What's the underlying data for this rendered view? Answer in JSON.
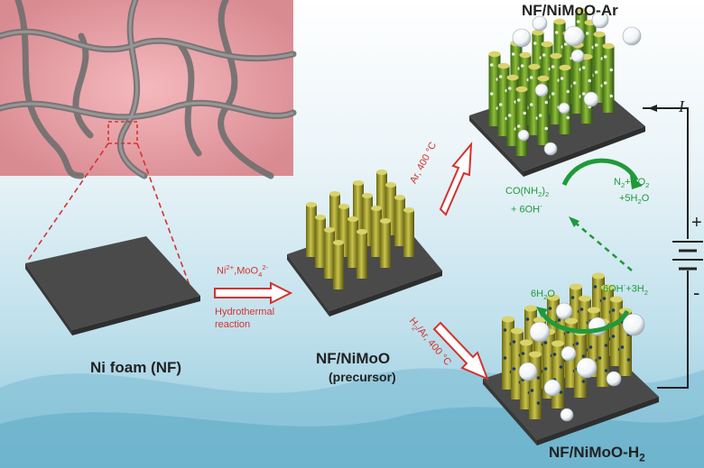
{
  "labels": {
    "nf_ar": "NF/NiMoO-Ar",
    "nf_h2": "NF/NiMoO-H",
    "nf_h2_sub": "2",
    "ni_foam": "Ni foam (NF)",
    "precursor_name": "NF/NiMoO",
    "precursor_note": "(precursor)",
    "hydrothermal": "Hydrothermal",
    "reaction": "reaction",
    "current": "I",
    "plus": "+",
    "minus": "-"
  },
  "reagents": {
    "ni": "Ni",
    "ni_sup": "2+",
    "mo": ",MoO",
    "mo_sub": "4",
    "mo_sup": "2-"
  },
  "conditions": {
    "ar": "Ar, 400 °C",
    "h2_prefix": "H",
    "h2_sub": "2",
    "h2_suffix": "/Ar, 400 °C"
  },
  "reactions": {
    "urea_a": "CO(NH",
    "urea_sub": "2",
    "urea_b": ")",
    "urea_sub2": "2",
    "urea_plus": "+ 6OH",
    "urea_sup": "-",
    "prod_a": "N",
    "prod_sub": "2",
    "prod_b": "+CO",
    "prod_sub2": "2",
    "prod_c": "+5H",
    "prod_sub3": "2",
    "prod_d": "O",
    "water_a": "6H",
    "water_sub": "2",
    "water_b": "O",
    "her_a": "6OH",
    "her_sup": "-",
    "her_b": "+3H",
    "her_sub": "2"
  },
  "colors": {
    "rod": "#a9a52a",
    "rod_dark": "#6e6a14",
    "rod_green": "#5a8f1e",
    "plate": "#4a4a4a",
    "red_arrow": "#d6322e",
    "green": "#1f9a3a",
    "bubble": "#ffffff",
    "foam_pink": "#e9a3a8"
  }
}
